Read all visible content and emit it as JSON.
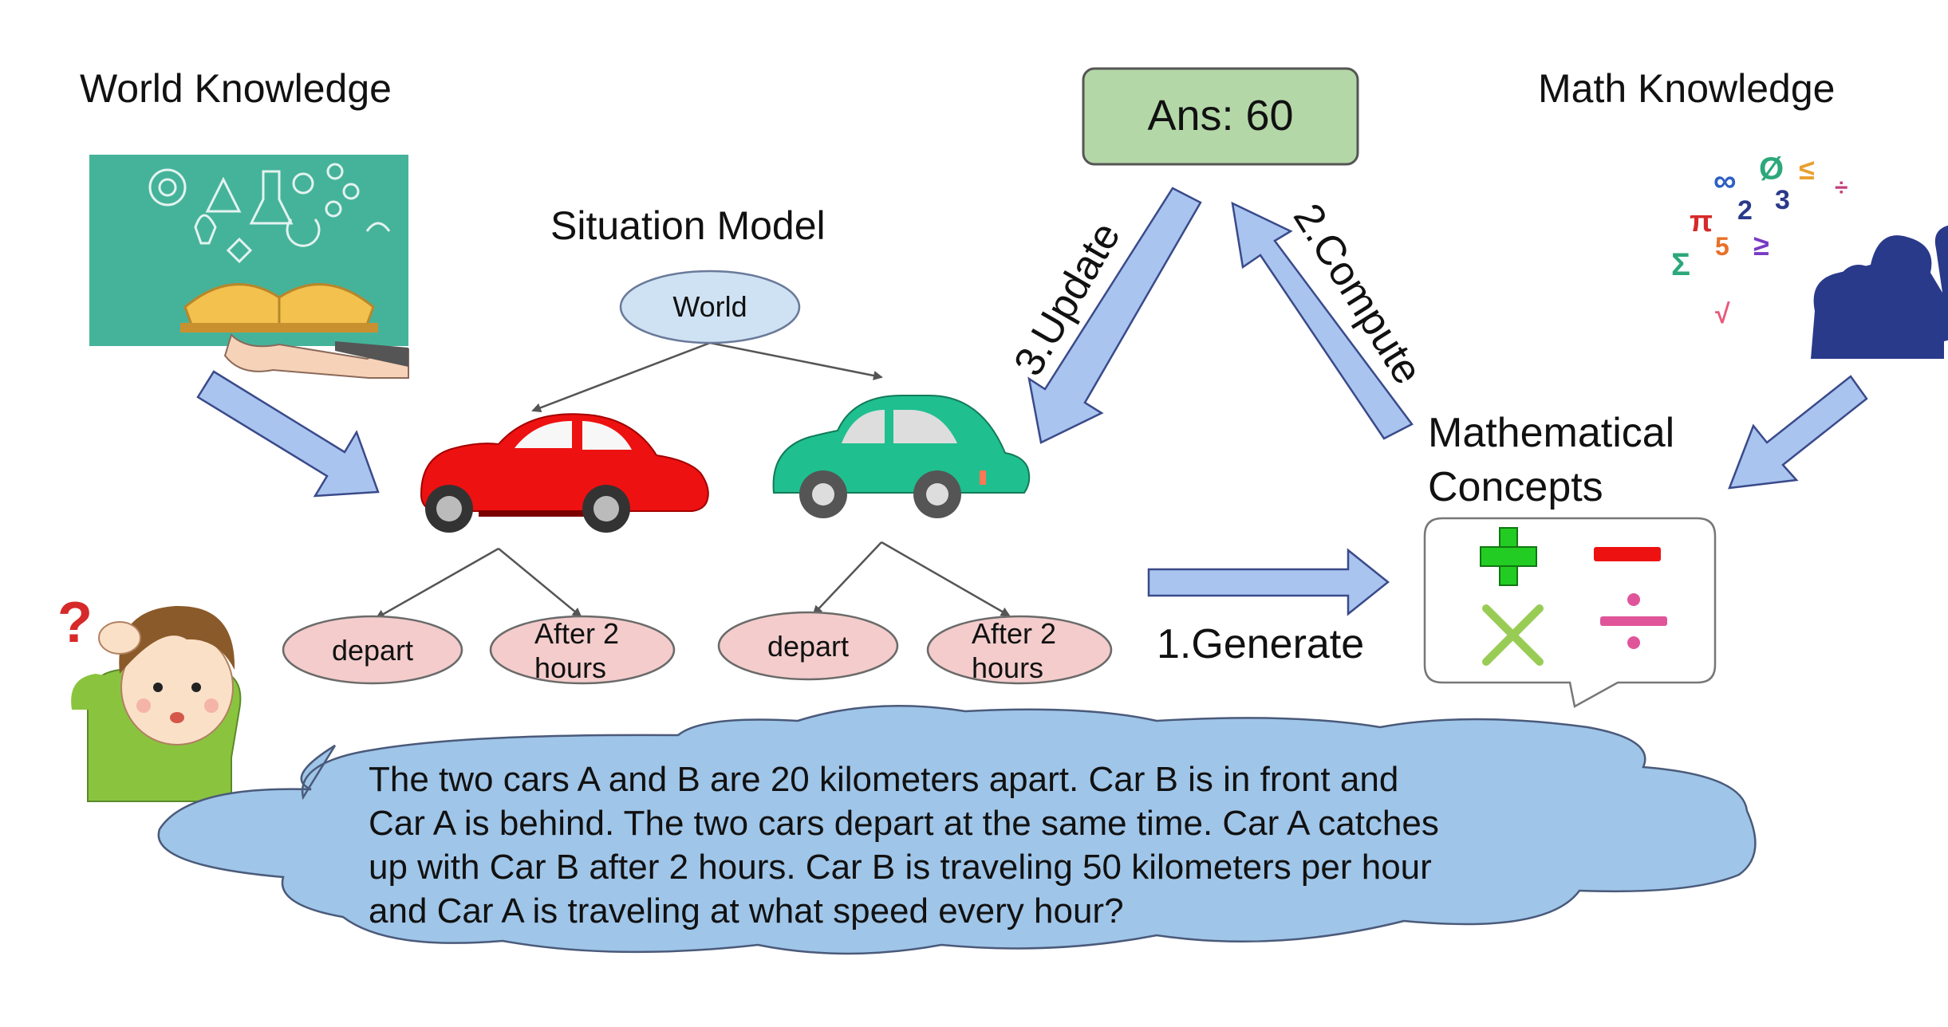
{
  "headings": {
    "world_knowledge": "World Knowledge",
    "math_knowledge": "Math Knowledge",
    "situation_model": "Situation Model",
    "mathematical_concepts_line1": "Mathematical",
    "mathematical_concepts_line2": "Concepts"
  },
  "answer_box": {
    "label": "Ans: 60",
    "fill": "#b4d7a8"
  },
  "tree": {
    "root": "World",
    "car_a": {
      "color": "#ee1111",
      "children": [
        {
          "line1": "depart",
          "line2": ""
        },
        {
          "line1": "After 2",
          "line2": "hours"
        }
      ]
    },
    "car_b": {
      "color": "#1fbf8f",
      "children": [
        {
          "line1": "depart",
          "line2": ""
        },
        {
          "line1": "After 2",
          "line2": "hours"
        }
      ]
    },
    "root_fill": "#cfe2f3",
    "leaf_fill": "#f4cccc"
  },
  "steps": {
    "generate": "1.Generate",
    "compute": "2.Compute",
    "update": "3.Update"
  },
  "operators": {
    "plus": "+",
    "minus": "−",
    "times": "×",
    "divide": "÷",
    "plus_color": "#22cc22",
    "minus_color": "#ee1111",
    "times_color": "#99cc55",
    "divide_color": "#e0559a"
  },
  "math_symbols": [
    "∞",
    "Ø",
    "≤",
    "÷",
    "π",
    "2",
    "3",
    "Σ",
    "5",
    "≥",
    "√"
  ],
  "problem_text": {
    "line1": "The two cars A and B are 20 kilometers apart. Car B is in front and",
    "line2": "Car A is behind. The two cars depart at the same time. Car A catches",
    "line3": "up with Car B after 2 hours. Car B is traveling 50 kilometers per hour",
    "line4": "and Car A is traveling at what speed every hour?"
  },
  "colors": {
    "arrow_fill": "#a9c4ef",
    "arrow_stroke": "#3a4a8a",
    "cloud_fill": "#9fc5e8",
    "cloud_stroke": "#4a5a7a",
    "panel_teal": "#45b39a"
  },
  "icons": {
    "world_illustration": "open-book-icon",
    "math_illustration": "mathematician-icon",
    "confused_child": "confused-child-icon"
  }
}
